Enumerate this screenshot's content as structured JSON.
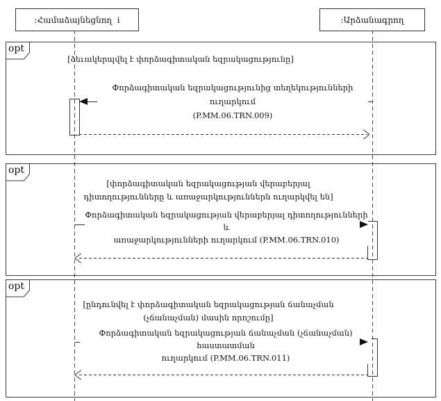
{
  "diagram": {
    "type": "uml-sequence-diagram",
    "ink_color": "#2e2e2e",
    "background_color": "#ffffff",
    "actors": [
      {
        "label": ":Համաձայնեցնող  i"
      },
      {
        "label": ":Արձանագրող"
      }
    ],
    "fragments": [
      {
        "operator": "opt",
        "guard_lines": [
          "[ձեւակերպվել է փորձագիտական եզրակացությունը]"
        ],
        "message_lines": [
          "Փորձագիտական եզրակացությունից տեղեկությունների ուղարկում",
          "(P.MM.06.TRN.009)"
        ],
        "message_code": "P.MM.06.TRN.009",
        "message_direction": "right-to-left",
        "reply_direction": "left-to-right"
      },
      {
        "operator": "opt",
        "guard_lines": [
          "[փորձագիտական եզրակացության վերաբերյալ",
          "դիտողությունները և առաջարկություններն ուղարկվել են]"
        ],
        "message_lines": [
          "Փորձագիտական եզրակացության վերաբերյալ դիտողությունների և",
          "առաջարկությունների ուղարկում (P.MM.06.TRN.010)"
        ],
        "message_code": "P.MM.06.TRN.010",
        "message_direction": "left-to-right",
        "reply_direction": "right-to-left"
      },
      {
        "operator": "opt",
        "guard_lines": [
          "[ընդունվել է փորձագիտական եզրակացության ճանաչման",
          "(չճանաչման) մասին որոշումը]"
        ],
        "message_lines": [
          "Փորձագիտական եզրակացության ճանաչման (չճանաչման) հաստատման",
          "ուղարկում (P.MM.06.TRN.011)"
        ],
        "message_code": "P.MM.06.TRN.011",
        "message_direction": "left-to-right",
        "reply_direction": "right-to-left"
      }
    ]
  }
}
